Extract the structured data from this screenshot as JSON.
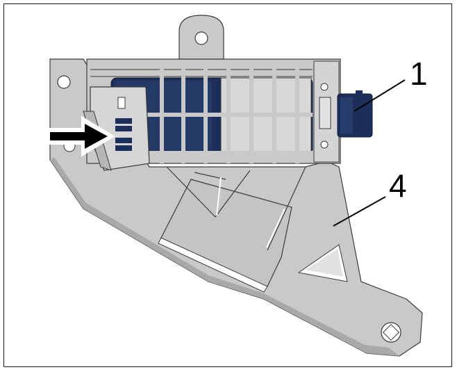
{
  "figure": {
    "callouts": [
      {
        "id": "connector",
        "label": "1"
      },
      {
        "id": "bracket",
        "label": "4"
      }
    ],
    "colors": {
      "bracket_fill": "#c9c9c9",
      "bracket_dark": "#a9a9a9",
      "bracket_light": "#e2e2e2",
      "module_blue": "#1c2f5a",
      "module_blue_light": "#2f4676",
      "outline": "#3a3a3a",
      "frame": "#111111"
    },
    "icons": [
      "arrow-right-icon"
    ]
  }
}
